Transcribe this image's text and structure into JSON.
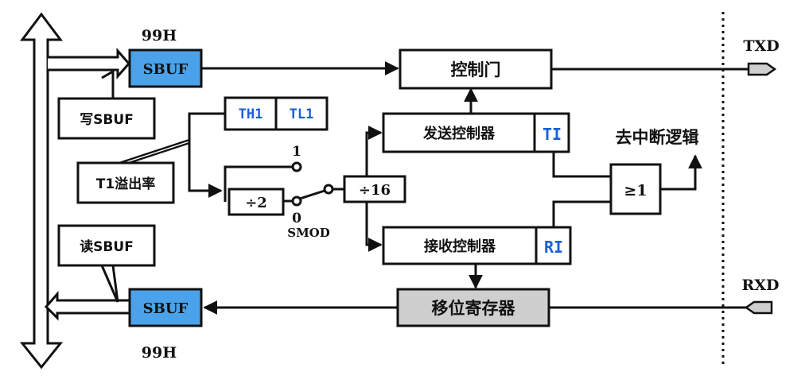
{
  "diagram": {
    "colors": {
      "sbuf_fill": "#4aa3ea",
      "shift_register_fill": "#cfcfcf",
      "pin_fill": "#cfcfcf",
      "flag_text": "#1a5fd6",
      "line": "#111111"
    },
    "sbuf_tx": {
      "label": "SBUF",
      "address": "99H"
    },
    "sbuf_rx": {
      "label": "SBUF",
      "address": "99H"
    },
    "write_sbuf_callout": "写SBUF",
    "read_sbuf_callout": "读SBUF",
    "t1_overflow_callout": "T1溢出率",
    "timer_regs": {
      "th1": "TH1",
      "tl1": "TL1"
    },
    "div2": "÷2",
    "div16": "÷16",
    "smod_switch": {
      "pos1": "1",
      "pos0": "0",
      "label": "SMOD"
    },
    "control_gate": "控制门",
    "tx_controller": {
      "label": "发送控制器",
      "flag": "TI"
    },
    "rx_controller": {
      "label": "接收控制器",
      "flag": "RI"
    },
    "or_gate": "≥1",
    "interrupt_logic": "去中断逻辑",
    "shift_register": "移位寄存器",
    "pins": {
      "txd": "TXD",
      "rxd": "RXD"
    }
  }
}
